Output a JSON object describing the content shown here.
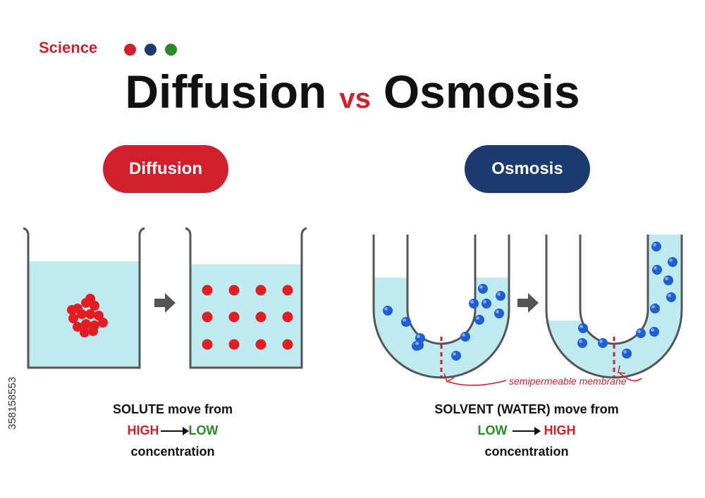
{
  "header": {
    "science_label": "Science",
    "dot_colors": [
      "#d0202e",
      "#1d3a6e",
      "#2a8a2a"
    ]
  },
  "title": {
    "left": "Diffusion",
    "vs": "vs",
    "right": "Osmosis"
  },
  "diffusion": {
    "pill_label": "Diffusion",
    "pill_color": "#d0202e",
    "caption_line1": "SOLUTE move from",
    "from_label": "HIGH",
    "to_label": "LOW",
    "caption_line3": "concentration"
  },
  "osmosis": {
    "pill_label": "Osmosis",
    "pill_color": "#1d3a6e",
    "membrane_label": "semipermeable membrane",
    "caption_line1": "SOLVENT (WATER) move from",
    "from_label": "LOW",
    "to_label": "HIGH",
    "caption_line3": "concentration"
  },
  "stock_id": "358158553",
  "colors": {
    "water": "#bfeaf0",
    "solute": "#e21d23",
    "solvent": "#1f5fd1",
    "outline": "#555555",
    "arrow": "#555555",
    "membrane": "#d0202e"
  }
}
